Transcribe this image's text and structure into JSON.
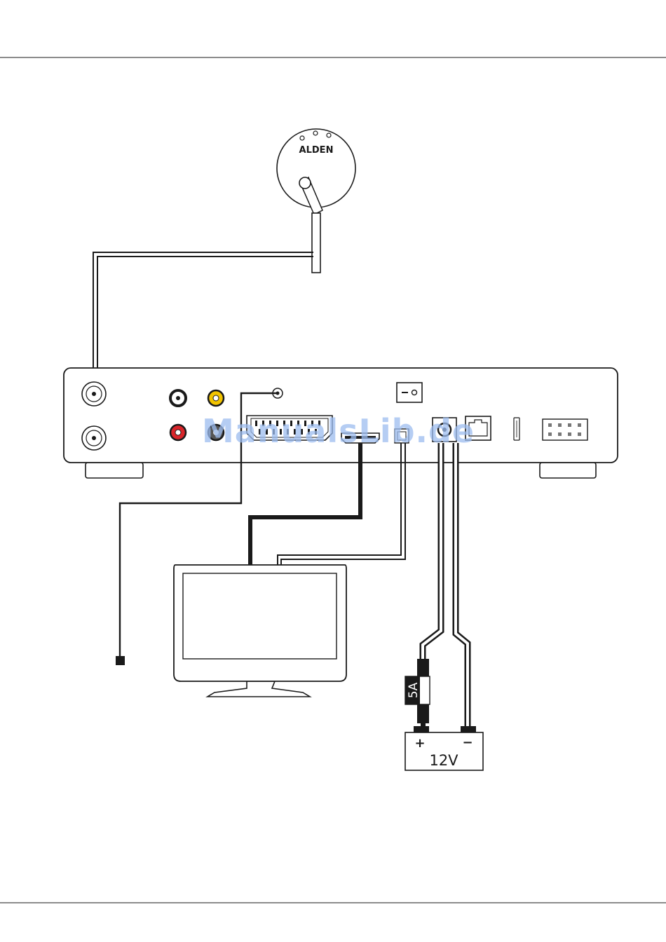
{
  "dish": {
    "brand": "ALDEN"
  },
  "fuse": {
    "label": "5A"
  },
  "battery": {
    "label": "12V",
    "plus": "+",
    "minus": "−"
  },
  "watermark": {
    "text": "ManualsLib.de"
  },
  "colors": {
    "ink": "#1a1a1a",
    "rca_yellow": "#f2c400",
    "rca_red": "#d9252a",
    "watermark": "#9dbdf0"
  }
}
